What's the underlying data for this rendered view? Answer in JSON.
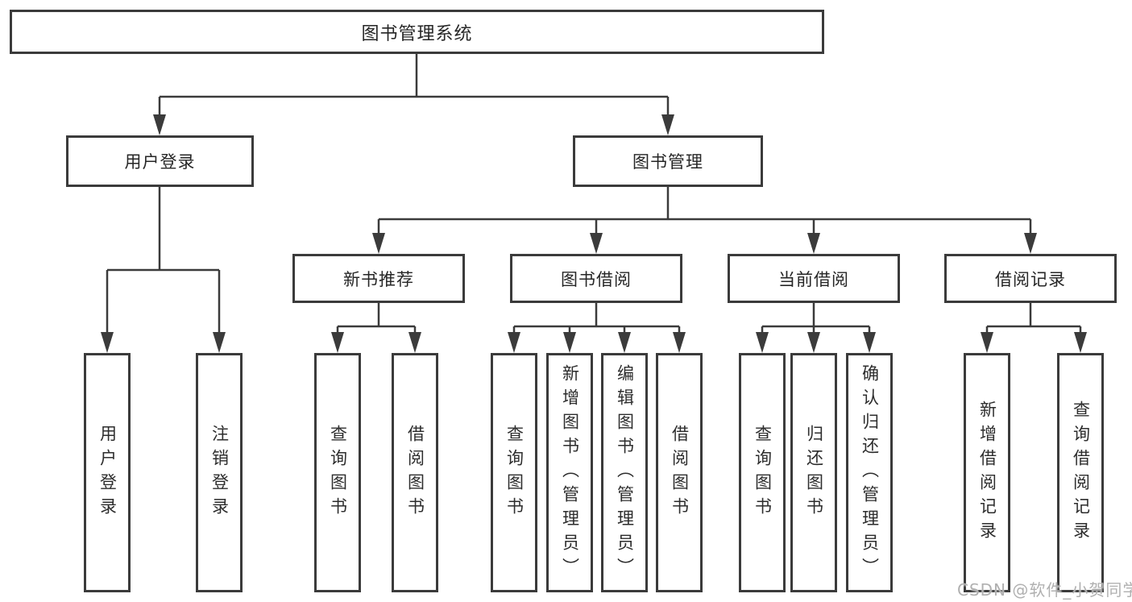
{
  "diagram": {
    "root": {
      "label": "图书管理系统"
    },
    "level2": [
      {
        "label": "用户登录"
      },
      {
        "label": "图书管理"
      }
    ],
    "level3": [
      {
        "label": "新书推荐"
      },
      {
        "label": "图书借阅"
      },
      {
        "label": "当前借阅"
      },
      {
        "label": "借阅记录"
      }
    ],
    "leaves": [
      {
        "label": "用户登录",
        "parent": "用户登录"
      },
      {
        "label": "注销登录",
        "parent": "用户登录"
      },
      {
        "label": "查询图书",
        "parent": "新书推荐"
      },
      {
        "label": "借阅图书",
        "parent": "新书推荐"
      },
      {
        "label": "查询图书",
        "parent": "图书借阅"
      },
      {
        "label": "新增图书（管理员）",
        "parent": "图书借阅"
      },
      {
        "label": "编辑图书（管理员）",
        "parent": "图书借阅"
      },
      {
        "label": "借阅图书",
        "parent": "图书借阅"
      },
      {
        "label": "查询图书",
        "parent": "当前借阅"
      },
      {
        "label": "归还图书",
        "parent": "当前借阅"
      },
      {
        "label": "确认归还（管理员）",
        "parent": "当前借阅"
      },
      {
        "label": "新增借阅记录",
        "parent": "借阅记录"
      },
      {
        "label": "查询借阅记录",
        "parent": "借阅记录"
      }
    ]
  },
  "watermark": {
    "text": "CSDN @软件_小贺同学"
  },
  "colors": {
    "line": "#3b3b3b",
    "box_border": "#3b3b3b",
    "text": "#262626",
    "watermark": "#b0b0b0",
    "background": "#ffffff"
  }
}
